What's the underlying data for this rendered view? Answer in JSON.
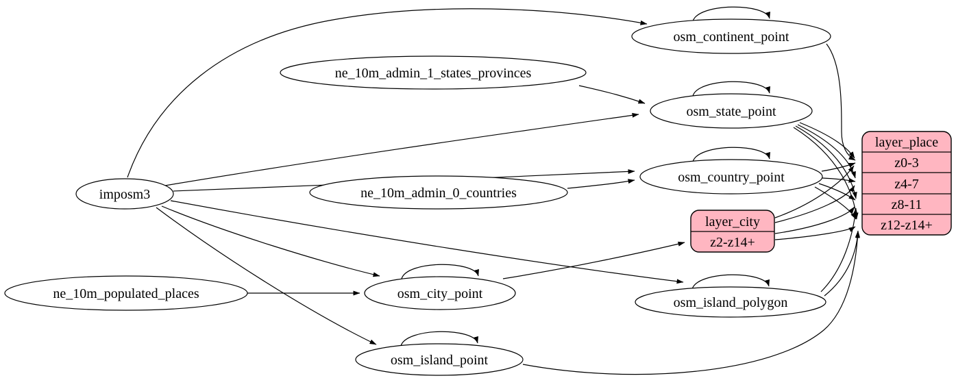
{
  "diagram": {
    "type": "etl-dependency-graph",
    "colors": {
      "background": "#ffffff",
      "ellipse_fill": "#ffffff",
      "record_fill": "#ffb6c1",
      "stroke": "#000000"
    },
    "nodes": {
      "imposm3": {
        "label": "imposm3",
        "shape": "ellipse"
      },
      "ne_10m_admin_1_states_provinces": {
        "label": "ne_10m_admin_1_states_provinces",
        "shape": "ellipse"
      },
      "ne_10m_admin_0_countries": {
        "label": "ne_10m_admin_0_countries",
        "shape": "ellipse"
      },
      "ne_10m_populated_places": {
        "label": "ne_10m_populated_places",
        "shape": "ellipse"
      },
      "osm_continent_point": {
        "label": "osm_continent_point",
        "shape": "ellipse"
      },
      "osm_state_point": {
        "label": "osm_state_point",
        "shape": "ellipse"
      },
      "osm_country_point": {
        "label": "osm_country_point",
        "shape": "ellipse"
      },
      "osm_city_point": {
        "label": "osm_city_point",
        "shape": "ellipse"
      },
      "osm_island_polygon": {
        "label": "osm_island_polygon",
        "shape": "ellipse"
      },
      "osm_island_point": {
        "label": "osm_island_point",
        "shape": "ellipse"
      },
      "layer_city": {
        "title": "layer_city",
        "rows": [
          "z2-z14+"
        ],
        "shape": "record"
      },
      "layer_place": {
        "title": "layer_place",
        "rows": [
          "z0-3",
          "z4-7",
          "z8-11",
          "z12-z14+"
        ],
        "shape": "record"
      }
    },
    "edges": [
      {
        "from": "imposm3",
        "to": "osm_continent_point"
      },
      {
        "from": "imposm3",
        "to": "osm_state_point"
      },
      {
        "from": "imposm3",
        "to": "osm_country_point"
      },
      {
        "from": "imposm3",
        "to": "osm_city_point"
      },
      {
        "from": "imposm3",
        "to": "osm_island_point"
      },
      {
        "from": "imposm3",
        "to": "osm_island_polygon"
      },
      {
        "from": "ne_10m_admin_1_states_provinces",
        "to": "osm_state_point"
      },
      {
        "from": "ne_10m_admin_0_countries",
        "to": "osm_country_point"
      },
      {
        "from": "ne_10m_populated_places",
        "to": "osm_city_point"
      },
      {
        "from": "osm_continent_point",
        "to": "osm_continent_point",
        "note": "self-loop"
      },
      {
        "from": "osm_state_point",
        "to": "osm_state_point",
        "note": "self-loop"
      },
      {
        "from": "osm_country_point",
        "to": "osm_country_point",
        "note": "self-loop"
      },
      {
        "from": "osm_city_point",
        "to": "osm_city_point",
        "note": "self-loop"
      },
      {
        "from": "osm_island_point",
        "to": "osm_island_point",
        "note": "self-loop"
      },
      {
        "from": "osm_island_polygon",
        "to": "osm_island_polygon",
        "note": "self-loop"
      },
      {
        "from": "osm_continent_point",
        "to": "layer_place",
        "row": "z0-3"
      },
      {
        "from": "osm_state_point",
        "to": "layer_place",
        "row": "z0-3"
      },
      {
        "from": "osm_state_point",
        "to": "layer_place",
        "row": "z4-7"
      },
      {
        "from": "osm_state_point",
        "to": "layer_place",
        "row": "z8-11"
      },
      {
        "from": "osm_state_point",
        "to": "layer_place",
        "row": "z12-z14+"
      },
      {
        "from": "osm_country_point",
        "to": "layer_place",
        "row": "z0-3"
      },
      {
        "from": "osm_country_point",
        "to": "layer_place",
        "row": "z4-7"
      },
      {
        "from": "osm_country_point",
        "to": "layer_place",
        "row": "z8-11"
      },
      {
        "from": "osm_country_point",
        "to": "layer_place",
        "row": "z12-z14+"
      },
      {
        "from": "osm_city_point",
        "to": "layer_city",
        "row": "z2-z14+"
      },
      {
        "from": "layer_city",
        "to": "layer_place",
        "row": "z0-3"
      },
      {
        "from": "layer_city",
        "to": "layer_place",
        "row": "z4-7"
      },
      {
        "from": "layer_city",
        "to": "layer_place",
        "row": "z8-11"
      },
      {
        "from": "layer_city",
        "to": "layer_place",
        "row": "z12-z14+"
      },
      {
        "from": "osm_island_polygon",
        "to": "layer_place",
        "row": "z8-11"
      },
      {
        "from": "osm_island_polygon",
        "to": "layer_place",
        "row": "z12-z14+"
      },
      {
        "from": "osm_island_point",
        "to": "layer_place",
        "row": "z12-z14+"
      }
    ]
  }
}
